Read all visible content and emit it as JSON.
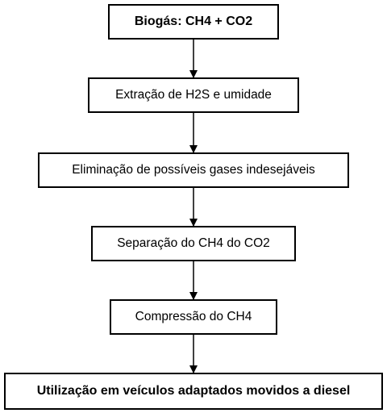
{
  "diagram": {
    "nodes": [
      {
        "id": "n1",
        "label": "Biogás: CH4 + CO2",
        "bold": true
      },
      {
        "id": "n2",
        "label": "Extração de H2S e umidade",
        "bold": false
      },
      {
        "id": "n3",
        "label": "Eliminação de possíveis gases indesejáveis",
        "bold": false
      },
      {
        "id": "n4",
        "label": "Separação do CH4 do CO2",
        "bold": false
      },
      {
        "id": "n5",
        "label": "Compressão do CH4",
        "bold": false
      },
      {
        "id": "n6",
        "label": "Utilização em veículos adaptados movidos a diesel",
        "bold": true
      }
    ],
    "edges": [
      {
        "from": "n1",
        "to": "n2"
      },
      {
        "from": "n2",
        "to": "n3"
      },
      {
        "from": "n3",
        "to": "n4"
      },
      {
        "from": "n4",
        "to": "n5"
      },
      {
        "from": "n5",
        "to": "n6"
      }
    ]
  }
}
